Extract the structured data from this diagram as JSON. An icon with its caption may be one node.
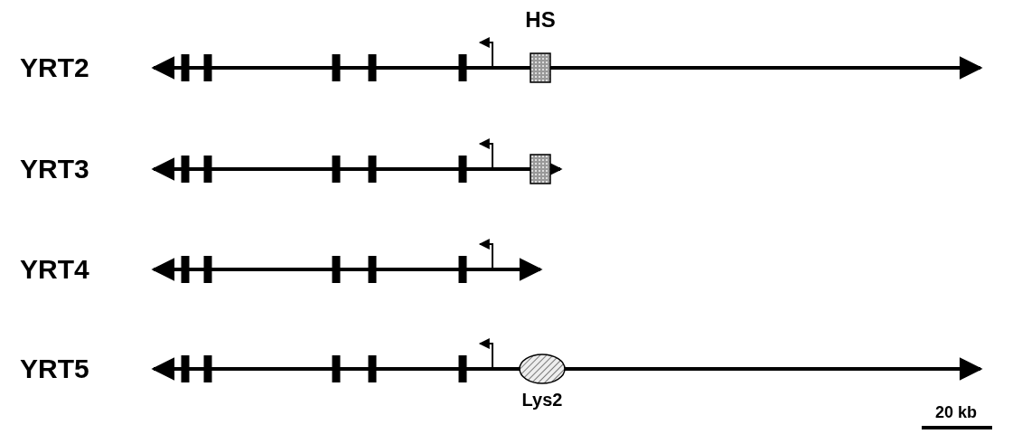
{
  "diagram": {
    "labels": [
      "HS",
      "YRT2",
      "YRT3",
      "YRT4",
      "YRT5",
      "Lys2",
      "20 kb"
    ]
  }
}
